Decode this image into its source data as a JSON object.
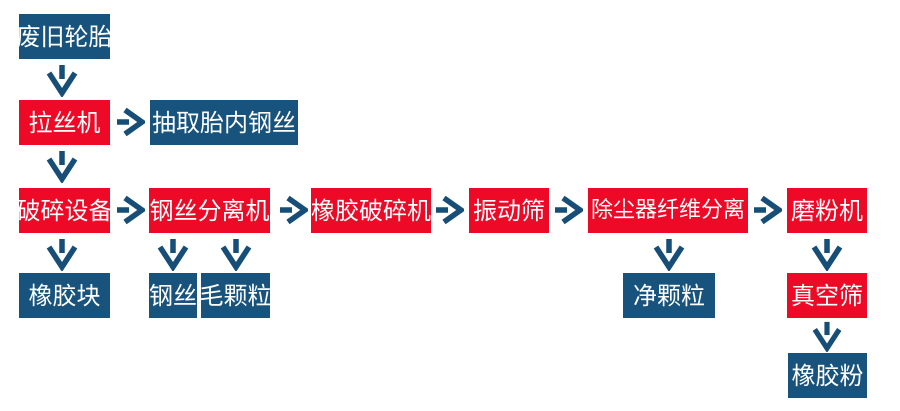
{
  "theme": {
    "bg": "#ffffff",
    "process-red": "#ee0a26",
    "output-blue": "#17537c",
    "arrow-blue": "#164e78",
    "text": "#ffffff"
  },
  "diagram": {
    "type": "flowchart",
    "nodes": [
      {
        "id": "waste-tires",
        "label": "废旧轮胎",
        "kind": "material"
      },
      {
        "id": "wire-drawing-machine",
        "label": "拉丝机",
        "kind": "process"
      },
      {
        "id": "extract-tire-steel-wire",
        "label": "抽取胎内钢丝",
        "kind": "material"
      },
      {
        "id": "crushing-equipment",
        "label": "破碎设备",
        "kind": "process"
      },
      {
        "id": "rubber-blocks",
        "label": "橡胶块",
        "kind": "material"
      },
      {
        "id": "steel-wire-separator",
        "label": "钢丝分离机",
        "kind": "process"
      },
      {
        "id": "steel-wire",
        "label": "钢丝",
        "kind": "material"
      },
      {
        "id": "coarse-granules",
        "label": "毛颗粒",
        "kind": "material"
      },
      {
        "id": "rubber-crusher",
        "label": "橡胶破碎机",
        "kind": "process"
      },
      {
        "id": "vibrating-screen",
        "label": "振动筛",
        "kind": "process"
      },
      {
        "id": "dust-collector-fiber-separation",
        "label": "除尘器纤维分离",
        "kind": "process"
      },
      {
        "id": "clean-granules",
        "label": "净颗粒",
        "kind": "material"
      },
      {
        "id": "grinding-machine",
        "label": "磨粉机",
        "kind": "process"
      },
      {
        "id": "vacuum-screen",
        "label": "真空筛",
        "kind": "process"
      },
      {
        "id": "rubber-powder",
        "label": "橡胶粉",
        "kind": "material"
      }
    ],
    "edges": [
      {
        "from": "废旧轮胎",
        "to": "拉丝机",
        "direction": "down"
      },
      {
        "from": "拉丝机",
        "to": "抽取胎内钢丝",
        "direction": "right"
      },
      {
        "from": "拉丝机",
        "to": "破碎设备",
        "direction": "down"
      },
      {
        "from": "破碎设备",
        "to": "钢丝分离机",
        "direction": "right"
      },
      {
        "from": "破碎设备",
        "to": "橡胶块",
        "direction": "down"
      },
      {
        "from": "钢丝分离机",
        "to": "橡胶破碎机",
        "direction": "right"
      },
      {
        "from": "钢丝分离机",
        "to": "钢丝",
        "direction": "down"
      },
      {
        "from": "钢丝分离机",
        "to": "毛颗粒",
        "direction": "down"
      },
      {
        "from": "橡胶破碎机",
        "to": "振动筛",
        "direction": "right"
      },
      {
        "from": "振动筛",
        "to": "除尘器纤维分离",
        "direction": "right"
      },
      {
        "from": "除尘器纤维分离",
        "to": "磨粉机",
        "direction": "right"
      },
      {
        "from": "除尘器纤维分离",
        "to": "净颗粒",
        "direction": "down"
      },
      {
        "from": "磨粉机",
        "to": "真空筛",
        "direction": "down"
      },
      {
        "from": "真空筛",
        "to": "橡胶粉",
        "direction": "down"
      }
    ]
  }
}
